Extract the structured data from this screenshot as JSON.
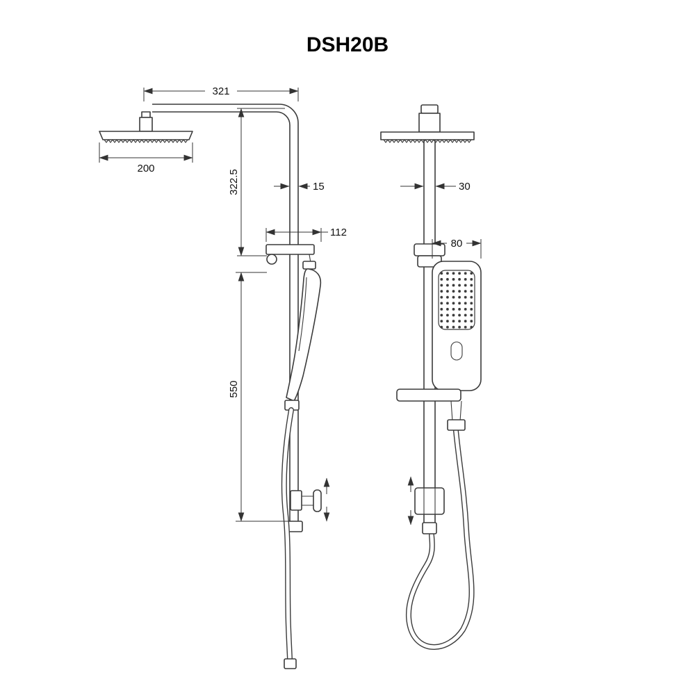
{
  "title": "DSH20B",
  "dimensions": {
    "arm_length_mm": "321",
    "head_width_mm": "200",
    "head_drop_mm": "322.5",
    "pipe_offset_mm": "15",
    "bracket_width_mm": "112",
    "rail_length_mm": "550",
    "column_width_mm": "30",
    "handset_width_mm": "80"
  },
  "colors": {
    "line": "#3a3a3a",
    "dim": "#333333",
    "background": "#ffffff"
  }
}
